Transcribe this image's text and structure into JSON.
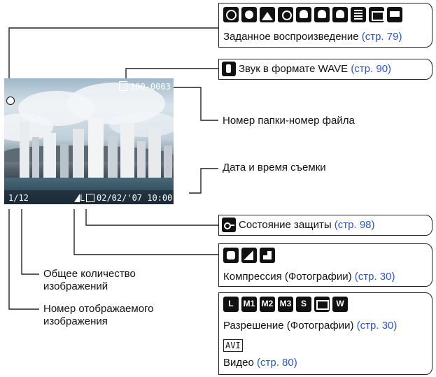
{
  "camera_screen": {
    "osd_top_right": "100-0003",
    "osd_bottom_left": "1/12",
    "osd_bottom_right": "02/02/'07  10:00"
  },
  "callouts": {
    "playback": {
      "text": "Заданное воспроизведение",
      "page": "(стр. 79)"
    },
    "sound": {
      "text": "Звук в формате WAVE",
      "page": "(стр. 90)"
    },
    "folder_file": {
      "text": "Номер папки-номер файла"
    },
    "datetime": {
      "text": "Дата и время съемки"
    },
    "protect": {
      "text": "Состояние защиты",
      "page": "(стр. 98)"
    },
    "compression": {
      "text": "Компрессия (Фотографии)",
      "page": "(стр. 30)"
    },
    "resolution": {
      "text": "Разрешение (Фотографии)",
      "page": "(стр. 30)",
      "sizes": [
        "L",
        "M1",
        "M2",
        "M3",
        "S"
      ],
      "wide_label": "W"
    },
    "avi": {
      "badge": "AVI",
      "text": "Видео",
      "page": "(стр. 80)"
    },
    "total": {
      "line1": "Общее количество",
      "line2": "изображений"
    },
    "current": {
      "line1": "Номер отображаемого",
      "line2": "изображения"
    }
  },
  "colors": {
    "link": "#2b57c4",
    "line": "#222222"
  },
  "icons": [
    "clock-icon",
    "face-icon",
    "landscape-icon",
    "macro-icon",
    "favorites-1-icon",
    "favorites-2-icon",
    "favorites-3-icon",
    "list-icon",
    "folder-icon",
    "movie-icon",
    "sound-icon",
    "key-icon",
    "superfine-icon",
    "fine-icon",
    "normal-icon",
    "postcard-icon"
  ]
}
